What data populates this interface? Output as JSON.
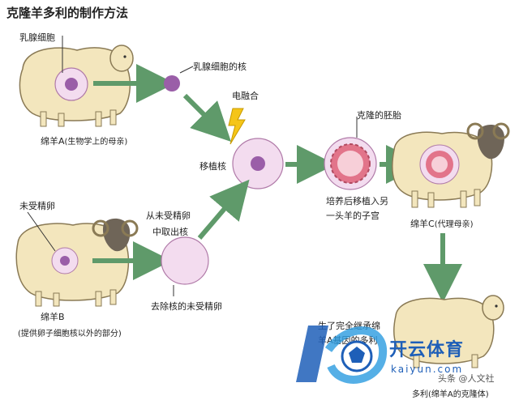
{
  "title": "克隆羊多利的制作方法",
  "labels": {
    "mammary_cell": "乳腺细胞",
    "mammary_nucleus": "乳腺细胞的核",
    "electric_fusion": "电融合",
    "transplant_nucleus": "移植核",
    "cloned_embryo": "克隆的胚胎",
    "sheep_a": "绵羊A",
    "sheep_a_note": "(生物学上的母亲)",
    "unfertilized_egg": "未受精卵",
    "extract_nucleus_line1": "从未受精卵",
    "extract_nucleus_line2": "中取出核",
    "enucleated_egg": "去除核的未受精卵",
    "sheep_b": "绵羊B",
    "sheep_b_note": "(提供卵子细胞核以外的部分)",
    "culture_line1": "培养后移植入另",
    "culture_line2": "一头羊的子宫",
    "sheep_c": "绵羊C",
    "sheep_c_note": "(代理母亲)",
    "dolly_line1": "生了完全继承绵",
    "dolly_line2": "羊A基因的多利",
    "dolly_line3": "多利(绵羊A的克隆体)"
  },
  "watermark": {
    "brand": "开云体育",
    "url": "kaiyun.com",
    "source": "头条 @人文社"
  },
  "colors": {
    "sheep_body": "#f3e6bd",
    "sheep_outline": "#8a7a55",
    "arrow": "#5f9a6a",
    "cell_fill": "#f3dcef",
    "nucleus": "#9a5ea8",
    "embryo": "#e2748a",
    "lightning": "#f5c518"
  }
}
